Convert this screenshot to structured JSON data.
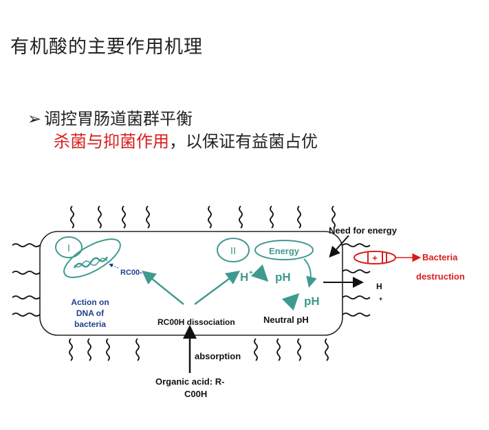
{
  "slide": {
    "title": "有机酸的主要作用机理",
    "bullet_symbol": "➢",
    "bullet_text": "调控胃肠道菌群平衡",
    "sub_red": "杀菌与抑菌作用",
    "sub_rest": "，以保证有益菌占优"
  },
  "diagram": {
    "region1_numeral": "I",
    "region2_numeral": "II",
    "energy_label": "Energy",
    "rcoo_label": "RC00-",
    "action_line1": "Action on",
    "action_line2": "DNA of",
    "action_line3": "bacteria",
    "dissociation_label": "RC00H dissociation",
    "hplus_label": "H",
    "hplus_sup": "+",
    "ph_label": "pH",
    "ph2_label": "pH",
    "neutral_label": "Neutral pH",
    "absorption_label": "absorption",
    "organic_line1": "Organic acid: R-",
    "organic_line2": "C00H",
    "need_energy_label": "Need for energy",
    "h_out_label": "H",
    "h_out_sup": "+",
    "pump_plus": "+",
    "bacteria_line1": "Bacteria",
    "bacteria_line2": "destruction",
    "colors": {
      "teal": "#3e9a8f",
      "navy": "#1f3f8f",
      "red": "#d81e1e",
      "black": "#111111"
    }
  }
}
